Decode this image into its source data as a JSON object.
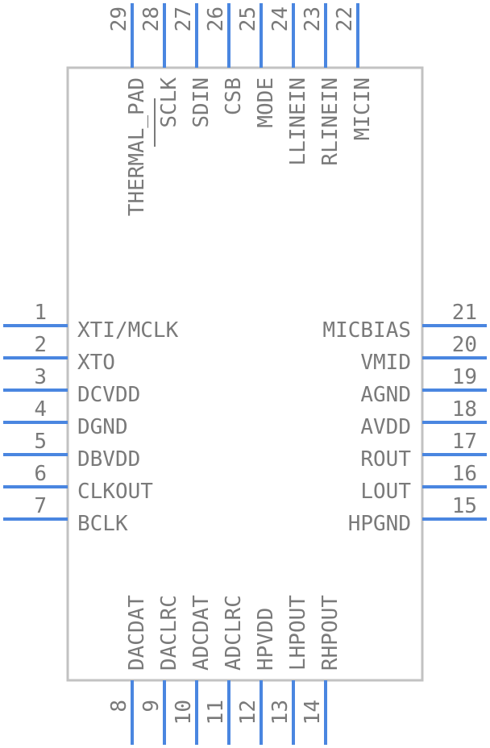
{
  "component": {
    "pins_left": [
      {
        "number": "1",
        "name": "XTI/MCLK"
      },
      {
        "number": "2",
        "name": "XTO"
      },
      {
        "number": "3",
        "name": "DCVDD"
      },
      {
        "number": "4",
        "name": "DGND"
      },
      {
        "number": "5",
        "name": "DBVDD"
      },
      {
        "number": "6",
        "name": "CLKOUT"
      },
      {
        "number": "7",
        "name": "BCLK"
      }
    ],
    "pins_right": [
      {
        "number": "21",
        "name": "MICBIAS"
      },
      {
        "number": "20",
        "name": "VMID"
      },
      {
        "number": "19",
        "name": "AGND"
      },
      {
        "number": "18",
        "name": "AVDD"
      },
      {
        "number": "17",
        "name": "ROUT"
      },
      {
        "number": "16",
        "name": "LOUT"
      },
      {
        "number": "15",
        "name": "HPGND"
      }
    ],
    "pins_top": [
      {
        "number": "29",
        "name": "THERMAL_PAD"
      },
      {
        "number": "28",
        "name": "SCLK",
        "overbar": true
      },
      {
        "number": "27",
        "name": "SDIN"
      },
      {
        "number": "26",
        "name": "CSB"
      },
      {
        "number": "25",
        "name": "MODE"
      },
      {
        "number": "24",
        "name": "LLINEIN"
      },
      {
        "number": "23",
        "name": "RLINEIN"
      },
      {
        "number": "22",
        "name": "MICIN"
      }
    ],
    "pins_bottom": [
      {
        "number": "8",
        "name": "DACDAT"
      },
      {
        "number": "9",
        "name": "DACLRC"
      },
      {
        "number": "10",
        "name": "ADCDAT"
      },
      {
        "number": "11",
        "name": "ADCLRC"
      },
      {
        "number": "12",
        "name": "HPVDD"
      },
      {
        "number": "13",
        "name": "LHPOUT"
      },
      {
        "number": "14",
        "name": "RHPOUT"
      }
    ]
  },
  "colors": {
    "pin": "#4a86e0",
    "body_outline": "#c2c2c2",
    "text": "#7a7a7a"
  }
}
